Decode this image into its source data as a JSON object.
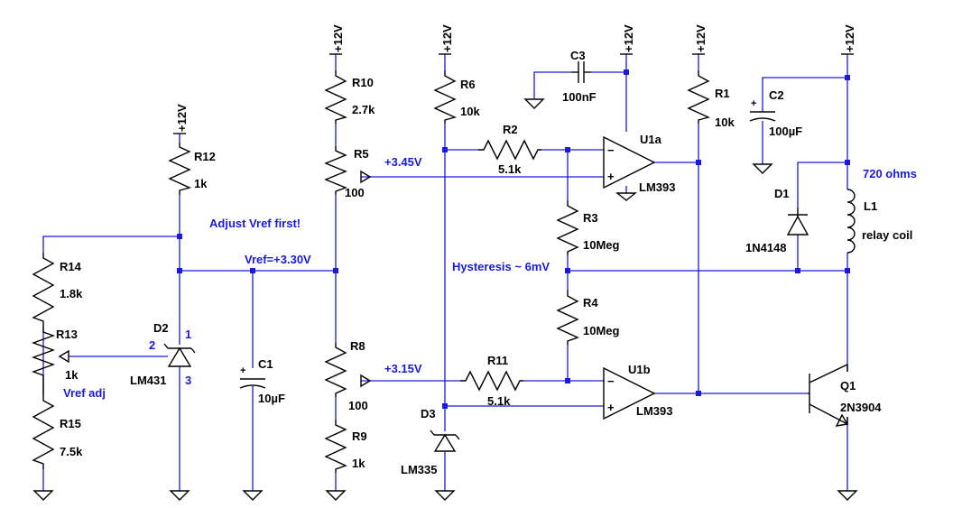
{
  "supply": "+12V",
  "components": {
    "r12": {
      "ref": "R12",
      "value": "1k"
    },
    "r14": {
      "ref": "R14",
      "value": "1.8k"
    },
    "r13": {
      "ref": "R13",
      "value": "1k"
    },
    "r15": {
      "ref": "R15",
      "value": "7.5k"
    },
    "d2": {
      "ref": "D2",
      "part": "LM431",
      "pin1": "1",
      "pin2": "2",
      "pin3": "3"
    },
    "c1": {
      "ref": "C1",
      "value": "10µF"
    },
    "r10": {
      "ref": "R10",
      "value": "2.7k"
    },
    "r5": {
      "ref": "R5",
      "value": "100"
    },
    "r8": {
      "ref": "R8",
      "value": "100"
    },
    "r9": {
      "ref": "R9",
      "value": "1k"
    },
    "r6": {
      "ref": "R6",
      "value": "10k"
    },
    "r2": {
      "ref": "R2",
      "value": "5.1k"
    },
    "r11": {
      "ref": "R11",
      "value": "5.1k"
    },
    "d3": {
      "ref": "D3",
      "part": "LM335"
    },
    "c3": {
      "ref": "C3",
      "value": "100nF"
    },
    "u1a": {
      "ref": "U1a",
      "part": "LM393"
    },
    "u1b": {
      "ref": "U1b",
      "part": "LM393"
    },
    "r3": {
      "ref": "R3",
      "value": "10Meg"
    },
    "r4": {
      "ref": "R4",
      "value": "10Meg"
    },
    "r1": {
      "ref": "R1",
      "value": "10k"
    },
    "c2": {
      "ref": "C2",
      "value": "100µF"
    },
    "d1": {
      "ref": "D1",
      "part": "1N4148"
    },
    "l1": {
      "ref": "L1",
      "value": "relay coil"
    },
    "q1": {
      "ref": "Q1",
      "part": "2N3904"
    }
  },
  "annotations": {
    "adjust": "Adjust Vref first!",
    "vref": "Vref=+3.30V",
    "vref_adj": "Vref adj",
    "v_upper": "+3.45V",
    "v_lower": "+3.15V",
    "hysteresis": "Hysteresis ~ 6mV",
    "coil_res": "720 ohms"
  },
  "colors": {
    "wire": "#1a1adc",
    "component": "#000000",
    "annotation": "#1a1adc"
  }
}
